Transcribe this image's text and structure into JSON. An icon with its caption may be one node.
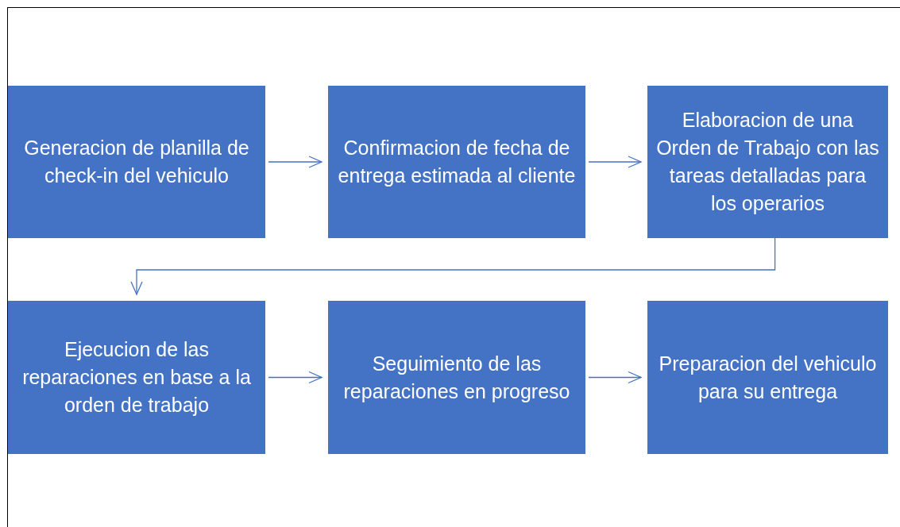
{
  "diagram": {
    "nodes": [
      {
        "text": [
          "Generacion de planilla de check-in del vehiculo"
        ]
      },
      {
        "text": [
          "Confirmacion de fecha de entrega estimada al cliente"
        ]
      },
      {
        "text": [
          "Elaboracion de una Orden de Trabajo con las tareas detalladas para los operarios"
        ]
      },
      {
        "text": [
          "Ejecucion de las reparaciones en base a la orden de trabajo"
        ]
      },
      {
        "text": [
          "Seguimiento de las reparaciones en progreso"
        ]
      },
      {
        "text": [
          "Preparacion del vehiculo para su entrega"
        ]
      }
    ],
    "edges": [
      {
        "from": 0,
        "to": 1,
        "arrow": "to"
      },
      {
        "from": 1,
        "to": 2,
        "arrow": "to"
      },
      {
        "from": 2,
        "to": 3,
        "arrow": "to"
      },
      {
        "from": 3,
        "to": 4,
        "arrow": "to"
      },
      {
        "from": 4,
        "to": 5,
        "arrow": "to"
      }
    ]
  }
}
